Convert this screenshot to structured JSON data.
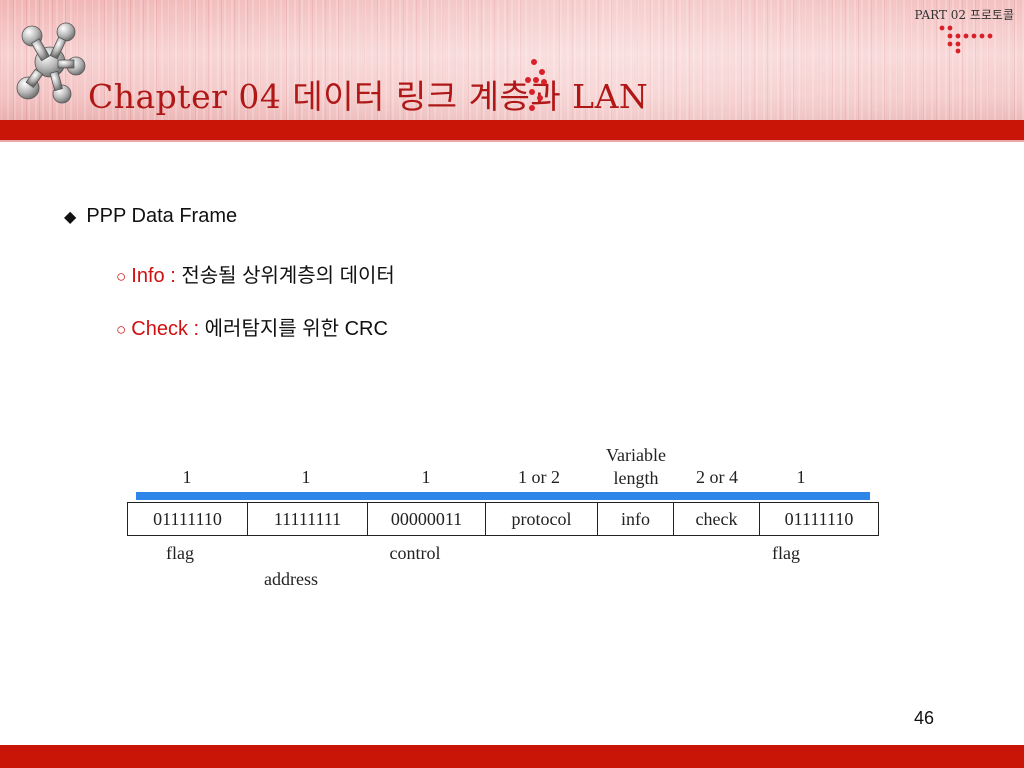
{
  "header": {
    "part_label": "PART 02 프로토콜",
    "chapter_title": "Chapter 04 데이터 링크 계층과 LAN"
  },
  "content": {
    "bullet": {
      "marker": "◆",
      "text": "PPP Data Frame"
    },
    "items": [
      {
        "marker": "○",
        "key": "Info :",
        "desc": " 전송될 상위계층의 데이터"
      },
      {
        "marker": "○",
        "key": "Check :",
        "desc": " 에러탐지를 위한 CRC"
      }
    ]
  },
  "diagram": {
    "sizes": [
      "1",
      "1",
      "1",
      "1 or 2",
      "Variable",
      "length",
      "2 or 4",
      "1"
    ],
    "fields": [
      "01111110",
      "11111111",
      "00000011",
      "protocol",
      "info",
      "check",
      "01111110"
    ],
    "labels": [
      "flag",
      "address",
      "control",
      "flag"
    ]
  },
  "footer": {
    "page_number": "46"
  },
  "colors": {
    "accent_red": "#c81508",
    "title_red": "#b01818",
    "frame_blue": "#2e86e8"
  }
}
